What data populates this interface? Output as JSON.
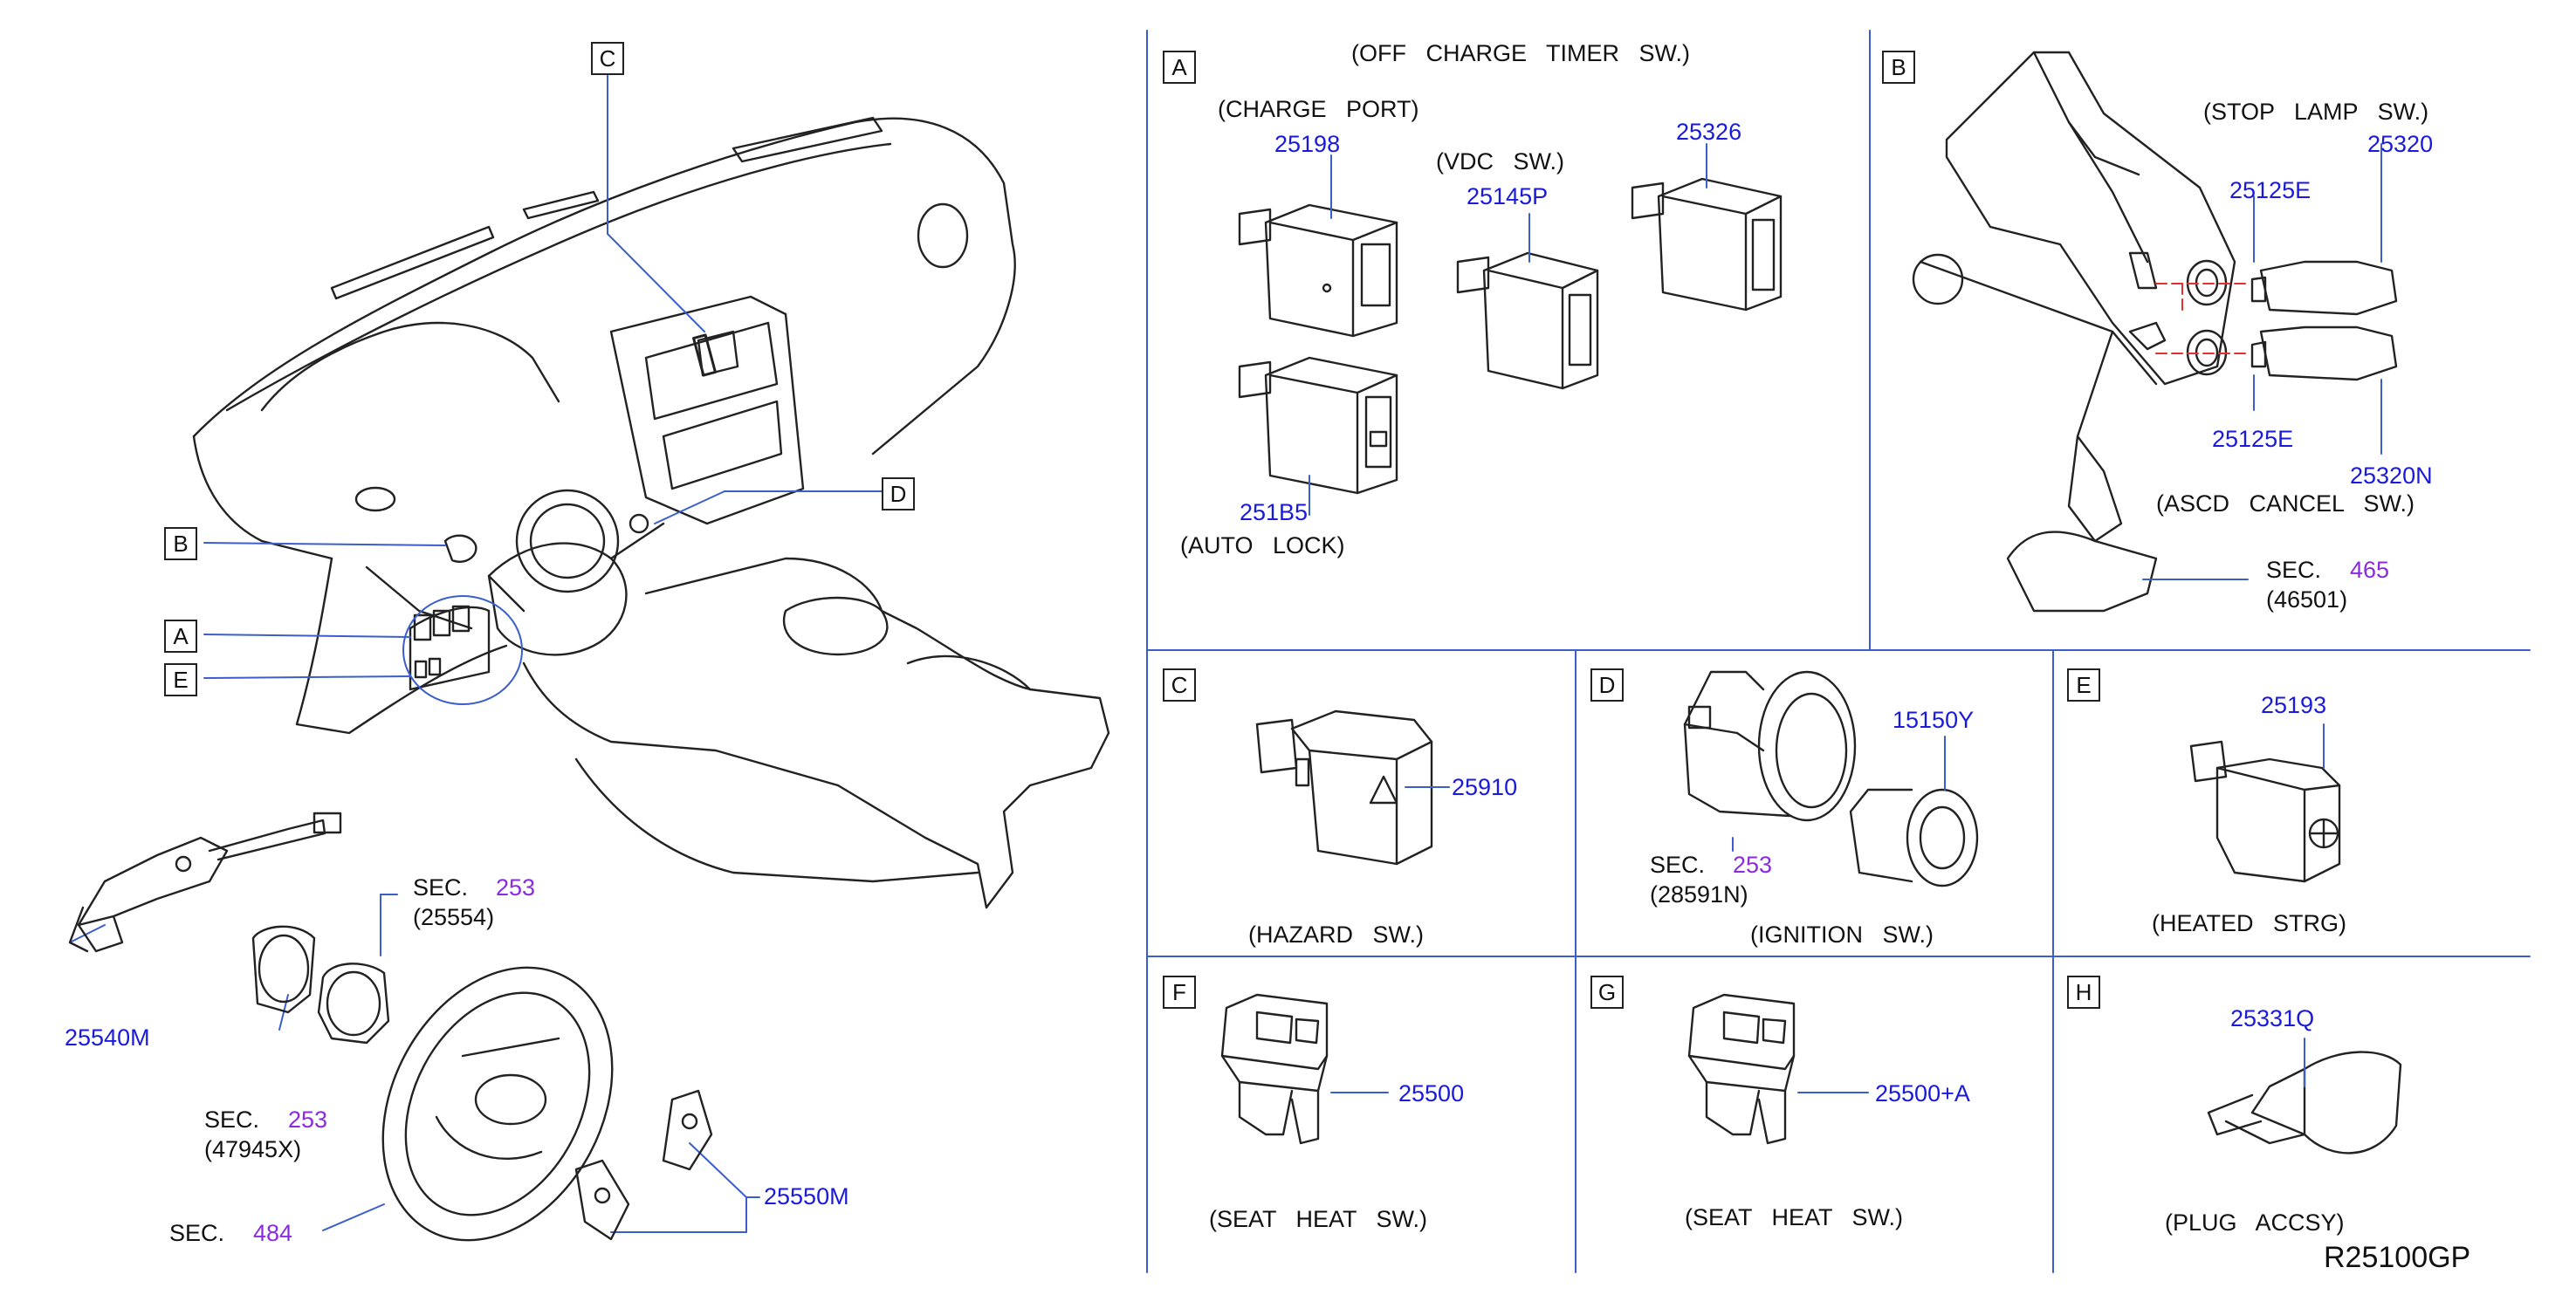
{
  "diagram": {
    "ref_code": "R25100GP",
    "overview": {
      "callouts": [
        "A",
        "B",
        "C",
        "D",
        "E"
      ],
      "parts": [
        {
          "sec_label": "SEC.",
          "sec_num": "253",
          "sub": "(25554)"
        },
        {
          "pn": "25540M"
        },
        {
          "sec_label": "SEC.",
          "sec_num": "253",
          "sub": "(47945X)"
        },
        {
          "sec_label": "SEC.",
          "sec_num": "484"
        },
        {
          "pn": "25550M"
        }
      ]
    },
    "panels": {
      "A": {
        "letter": "A",
        "title": "(OFF   CHARGE   TIMER   SW.)",
        "charge_port": "(CHARGE   PORT)",
        "pn_charge": "25198",
        "vdc": "(VDC   SW.)",
        "pn_vdc": "25145P",
        "pn_timer": "25326",
        "pn_lock": "251B5",
        "auto_lock": "(AUTO   LOCK)"
      },
      "B": {
        "letter": "B",
        "stop": "(STOP   LAMP   SW.)",
        "pn_top_e": "25125E",
        "pn_stop": "25320",
        "pn_bot_e": "25125E",
        "pn_ascd": "25320N",
        "ascd": "(ASCD   CANCEL   SW.)",
        "sec_label": "SEC.",
        "sec_num": "465",
        "sub": "(46501)"
      },
      "C": {
        "letter": "C",
        "pn": "25910",
        "caption": "(HAZARD   SW.)"
      },
      "D": {
        "letter": "D",
        "pn": "15150Y",
        "sec_label": "SEC.",
        "sec_num": "253",
        "sub": "(28591N)",
        "caption": "(IGNITION   SW.)"
      },
      "E": {
        "letter": "E",
        "pn": "25193",
        "caption": "(HEATED   STRG)"
      },
      "F": {
        "letter": "F",
        "pn": "25500",
        "caption": "(SEAT   HEAT   SW.)"
      },
      "G": {
        "letter": "G",
        "pn": "25500+A",
        "caption": "(SEAT   HEAT   SW.)"
      },
      "H": {
        "letter": "H",
        "pn": "25331Q",
        "caption": "(PLUG   ACCSY)"
      }
    },
    "colors": {
      "part_number": "#1a1adc",
      "section_number": "#8a2be2",
      "leader_blue": "#3a5fcd",
      "lines": "#222222",
      "dashed": "#e03030"
    }
  }
}
